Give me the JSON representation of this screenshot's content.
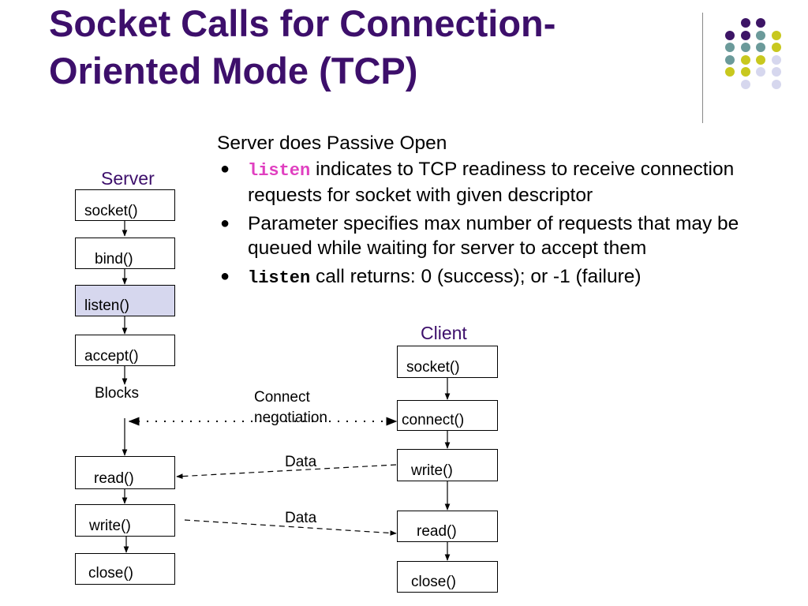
{
  "title": {
    "line1": "Socket Calls for Connection-",
    "line2": "Oriented Mode (TCP)"
  },
  "intro": "Server does Passive Open",
  "bullets": [
    {
      "code": "listen",
      "text": " indicates to TCP readiness to receive connection requests for socket with given descriptor"
    },
    {
      "text": "Parameter specifies max number of requests that may be queued while waiting for server to accept them"
    },
    {
      "code": "listen",
      "text": " call returns: 0 (success); or -1 (failure)"
    }
  ],
  "diagram": {
    "server_label": "Server",
    "client_label": "Client",
    "server_calls": [
      "socket()",
      "bind()",
      "listen()",
      "accept()",
      "read()",
      "write()",
      "close()"
    ],
    "blocks_label": "Blocks",
    "client_calls": [
      "socket()",
      "connect()",
      "write()",
      "read()",
      "close()"
    ],
    "connect_label_1": "Connect",
    "connect_label_2": "negotiation",
    "data_label_1": "Data",
    "data_label_2": "Data"
  },
  "colors": {
    "title": "#3d0f6b",
    "accent_purple": "#3d1566",
    "accent_teal": "#6b9a9a",
    "accent_yellow": "#c8c81e",
    "accent_lavender": "#d6d7ee",
    "code_pink": "#e040c0"
  }
}
